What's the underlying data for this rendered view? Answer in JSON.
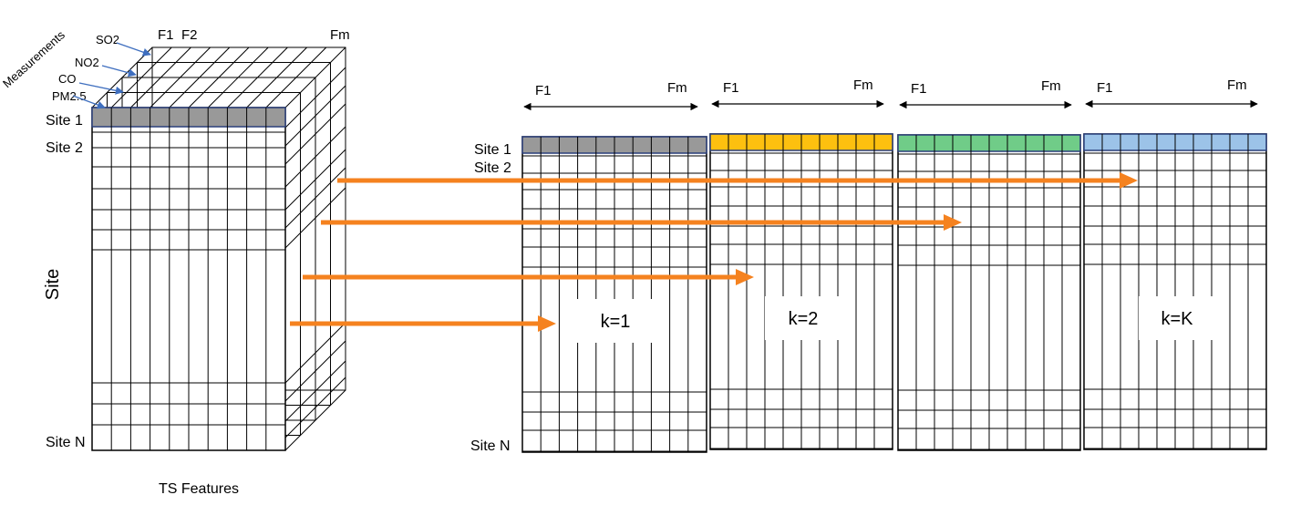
{
  "cube": {
    "measurements_label": "Measurements",
    "measurement_layers": [
      "SO2",
      "NO2",
      "CO",
      "PM2.5"
    ],
    "top_feature_labels": [
      "F1",
      "F2",
      "Fm"
    ],
    "site_labels": {
      "first": "Site 1",
      "second": "Site 2",
      "last": "Site N"
    },
    "side_label": "Site",
    "bottom_label": "TS Features",
    "highlight_color": "#999999"
  },
  "clusters": {
    "feature_start": "F1",
    "feature_end": "Fm",
    "site_labels": {
      "first": "Site 1",
      "second": "Site 2",
      "last": "Site N"
    },
    "panels": [
      {
        "label": "k=1",
        "color": "#999999"
      },
      {
        "label": "k=2",
        "color": "#FDC00F"
      },
      {
        "label": "",
        "color": "#70CC88"
      },
      {
        "label": "k=K",
        "color": "#9CC3E8"
      }
    ]
  },
  "colors": {
    "arrow": "#F5821F",
    "pointer": "#3F6FBF"
  }
}
